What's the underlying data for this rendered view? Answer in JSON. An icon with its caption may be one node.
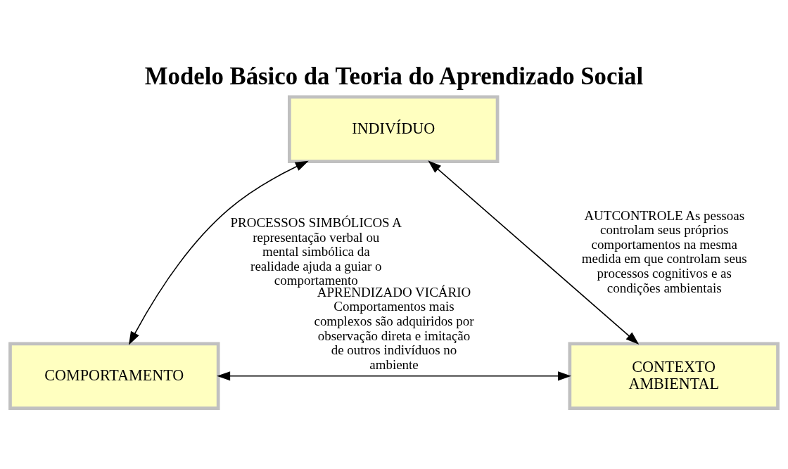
{
  "diagram": {
    "title": "Modelo Básico da Teoria do Aprendizado Social",
    "nodes": [
      {
        "text": [
          "INDIVÍDUO"
        ]
      },
      {
        "text": [
          "COMPORTAMENTO"
        ]
      },
      {
        "text": [
          "CONTEXTO AMBIENTAL"
        ]
      }
    ],
    "edges": [
      {
        "from": 0,
        "to": 1,
        "arrow": "both",
        "label": "PROCESSOS SIMBÓLICOS A representação verbal ou mental simbólica da realidade ajuda a guiar o comportamento"
      },
      {
        "from": 0,
        "to": 2,
        "arrow": "both",
        "label": "AUTCONTROLE As pessoas controlam seus próprios comportamentos na mesma medida em que controlam seus processos cognitivos e as condições ambientais"
      },
      {
        "from": 1,
        "to": 2,
        "arrow": "both",
        "label": "APRENDIZADO VICÁRIO Comportamentos mais complexos são adquiridos por observação direta e imitação de outros indivíduos no ambiente"
      }
    ]
  }
}
